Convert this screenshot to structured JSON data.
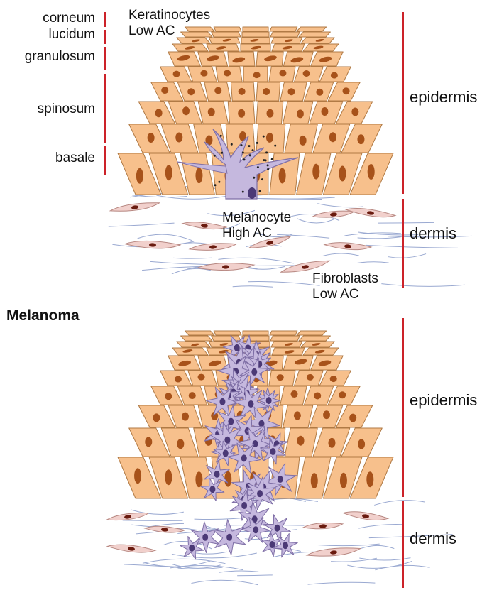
{
  "layers": {
    "corneum": "corneum",
    "lucidum": "lucidum",
    "granulosum": "granulosum",
    "spinosum": "spinosum",
    "basale": "basale"
  },
  "normal": {
    "keratinocytes": "Keratinocytes",
    "keratinocytes_ac": "Low AC",
    "melanocyte": "Melanocyte",
    "melanocyte_ac": "High AC",
    "fibroblasts": "Fibroblasts",
    "fibroblasts_ac": "Low AC",
    "epidermis": "epidermis",
    "dermis": "dermis"
  },
  "melanoma": {
    "title": "Melanoma",
    "epidermis": "epidermis",
    "dermis": "dermis"
  },
  "colors": {
    "bar": "#cc2229",
    "keratinocyte": "#f7c08c",
    "keratinocyte_stroke": "#b07a45",
    "nucleus": "#a7521a",
    "melanocyte": "#c5b8de",
    "melanocyte_stroke": "#7f6fa6",
    "melanocyte_nucleus": "#4b3976",
    "fibroblast": "#f1d0cc",
    "fibroblast_stroke": "#b78882",
    "fibroblast_nucleus": "#6a1b0f",
    "fiber": "#9aa9d1"
  }
}
